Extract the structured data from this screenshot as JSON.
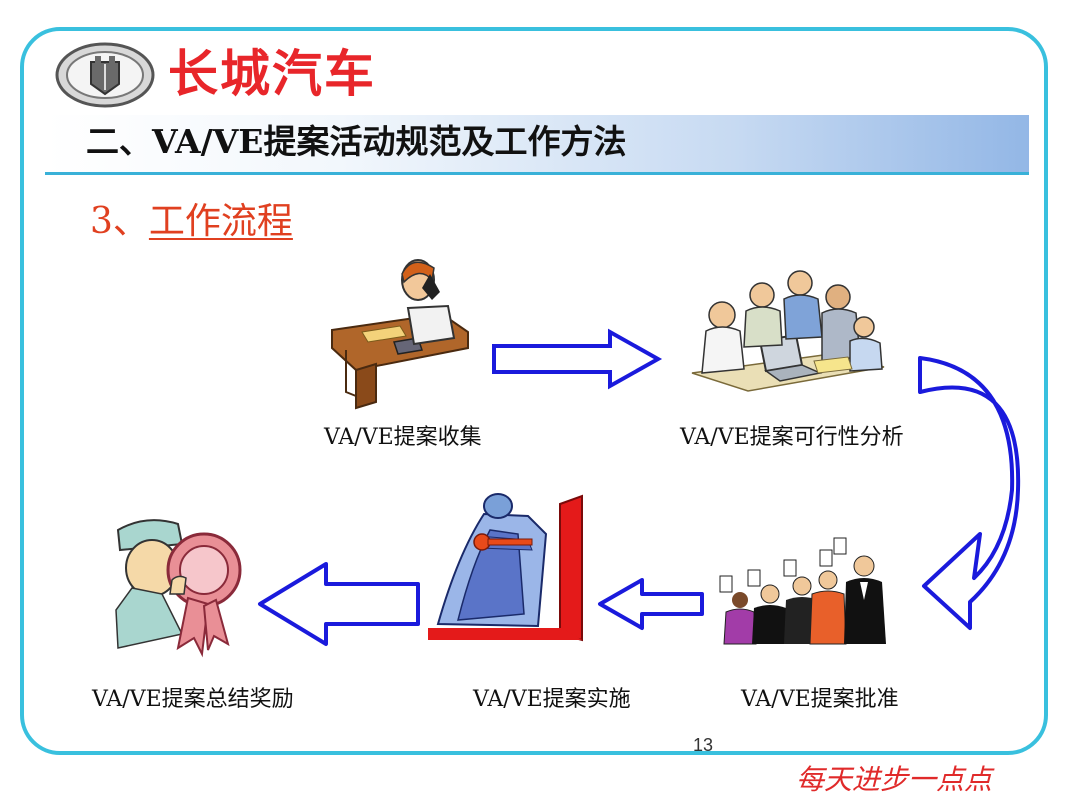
{
  "brand": {
    "name": "长城汽车"
  },
  "slide": {
    "title": "二、VA/VE提案活动规范及工作方法",
    "section_number": "3、",
    "section_title": "工作流程",
    "page_number": "13"
  },
  "steps": [
    {
      "label": "VA/VE提案收集",
      "icon": "phone-desk-icon"
    },
    {
      "label": "VA/VE提案可行性分析",
      "icon": "team-meeting-icon"
    },
    {
      "label": "VA/VE提案批准",
      "icon": "voting-people-icon"
    },
    {
      "label": "VA/VE提案实施",
      "icon": "key-door-icon"
    },
    {
      "label": "VA/VE提案总结奖励",
      "icon": "award-ribbon-icon"
    }
  ],
  "footer": {
    "motto": "每天进步一点点"
  },
  "colors": {
    "frame": "#39c0de",
    "brand_red": "#e8262a",
    "arrow_blue": "#1a1adc",
    "section_red": "#e04020"
  }
}
